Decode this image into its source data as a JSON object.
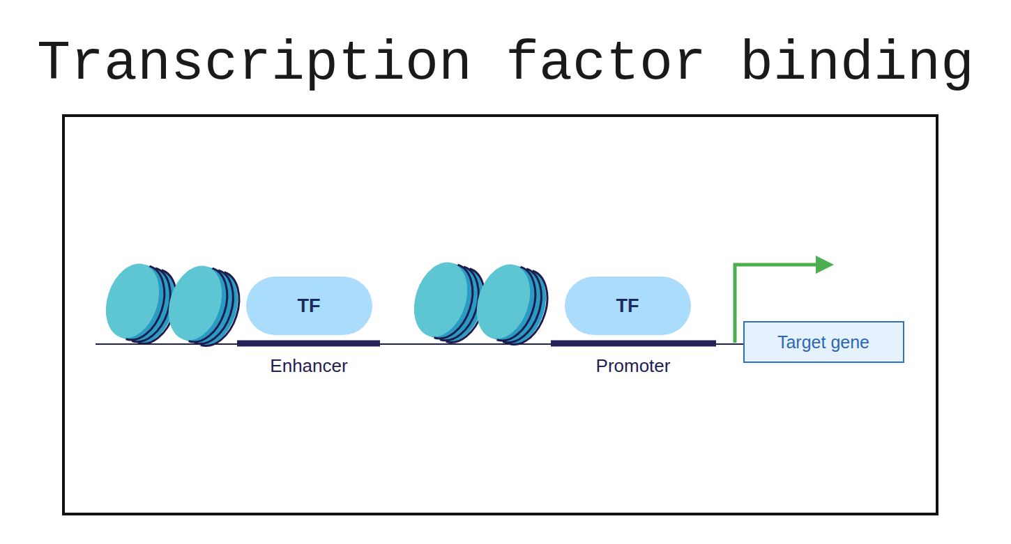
{
  "diagram": {
    "title": "Transcription factor binding",
    "nodes": [
      {
        "text": [
          "TF"
        ]
      },
      {
        "text": [
          "TF"
        ]
      },
      {
        "text": [
          "Target gene"
        ]
      }
    ],
    "labels": [
      "Enhancer",
      "Promoter"
    ]
  }
}
